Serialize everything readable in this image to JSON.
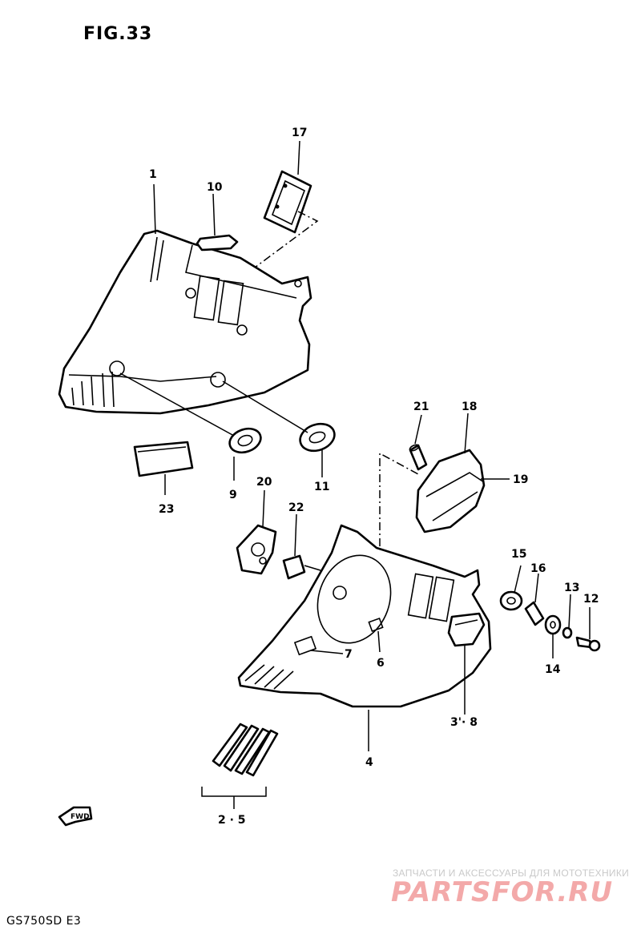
{
  "figure_title": "FIG.33",
  "model_code": "GS750SD E3",
  "watermark": {
    "subtitle": "ЗАПЧАСТИ И АКСЕССУАРЫ ДЛЯ МОТОТЕХНИКИ",
    "brand": "PARTSFOR.RU"
  },
  "fwd_arrow_text": "FWD",
  "callouts": {
    "p1": "1",
    "p10": "10",
    "p17": "17",
    "p9": "9",
    "p11": "11",
    "p23": "23",
    "p20": "20",
    "p22": "22",
    "p21": "21",
    "p18": "18",
    "p19": "19",
    "p15": "15",
    "p16": "16",
    "p13": "13",
    "p12": "12",
    "p14": "14",
    "p7": "7",
    "p6": "6",
    "p38": "3'· 8",
    "p4": "4",
    "p25": "2 · 5"
  }
}
